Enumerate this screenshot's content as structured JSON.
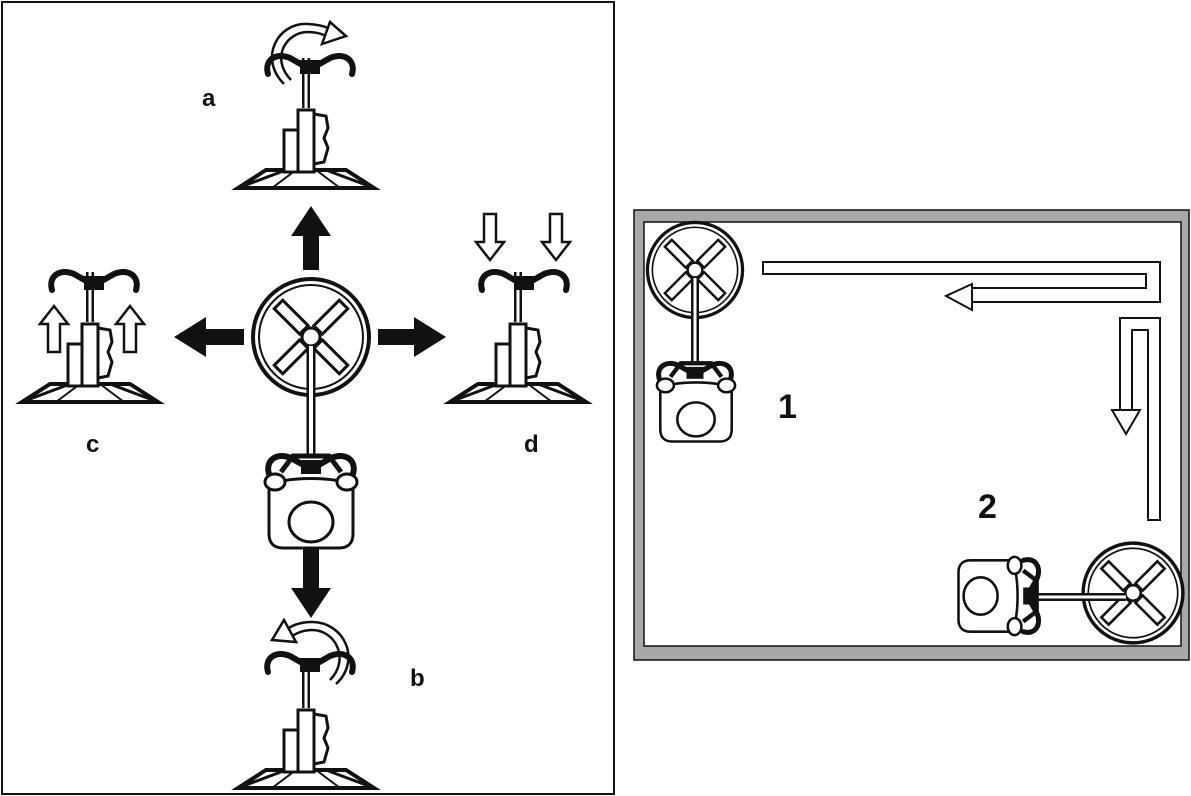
{
  "figure_left": {
    "labels": {
      "a": "a",
      "b": "b",
      "c": "c",
      "d": "d"
    }
  },
  "figure_right": {
    "labels": {
      "one": "1",
      "two": "2"
    }
  },
  "colors": {
    "ink": "#111111",
    "frame_gray": "#a8a8a8",
    "paper": "#ffffff"
  },
  "icons": [
    "floor-machine-icon",
    "operator-icon",
    "rotate-clockwise-arrow-icon",
    "rotate-counterclockwise-arrow-icon",
    "push-down-arrow-icon",
    "lift-up-arrow-icon",
    "direction-arrow-icon",
    "path-arrow-icon"
  ]
}
